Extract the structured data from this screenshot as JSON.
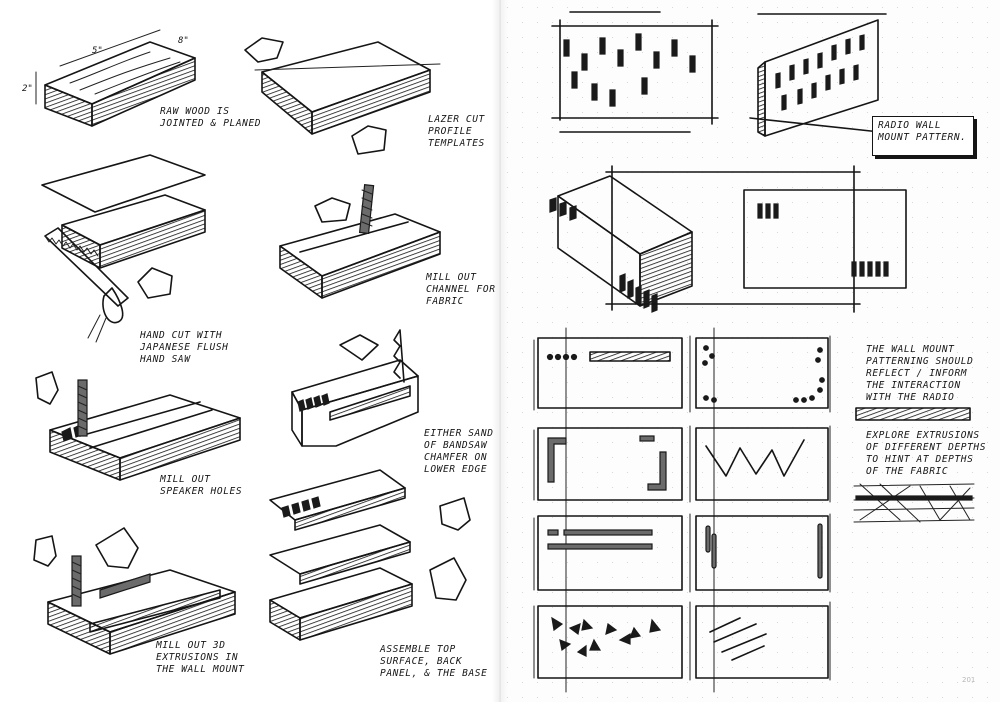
{
  "left_page": {
    "dimensions": {
      "width": "5\"",
      "depth": "8\"",
      "height": "2\""
    },
    "steps": [
      {
        "id": "raw-wood",
        "note": "Raw wood is\njointed & planed"
      },
      {
        "id": "laser-cut",
        "note": "Lazer cut\nprofile\ntemplates"
      },
      {
        "id": "hand-cut",
        "note": "Hand cut with\nJapanese flush\nhand saw"
      },
      {
        "id": "mill-channel",
        "note": "Mill out\nchannel for\nfabric"
      },
      {
        "id": "mill-speaker",
        "note": "Mill out\nspeaker holes"
      },
      {
        "id": "sand-chamfer",
        "note": "Either sand\nof bandsaw\nchamfer on\nlower edge"
      },
      {
        "id": "mill-extrusions",
        "note": "Mill out 3D\nextrusions in\nthe wall mount"
      },
      {
        "id": "assemble",
        "note": "Assemble top\nsurface, back\npanel, & the base"
      }
    ]
  },
  "right_page": {
    "callout": "Radio wall\nmount pattern.",
    "notes": [
      {
        "id": "wall-mount-note",
        "note": "The wall mount\npatterning should\nreflect / inform\nthe interaction\nwith the radio"
      },
      {
        "id": "extrusion-note",
        "note": "Explore extrusions\nof different depths\nto hint at depths\nof the fabric"
      }
    ],
    "page_number": "201"
  },
  "colors": {
    "ink": "#151515",
    "paper": "#ffffff",
    "dot_grid": "#d9d9d9",
    "page_number": "#b7b7b7"
  },
  "icons": [
    "hand-saw-icon",
    "drill-bit-icon",
    "profile-template-icon",
    "speech-callout-icon"
  ]
}
